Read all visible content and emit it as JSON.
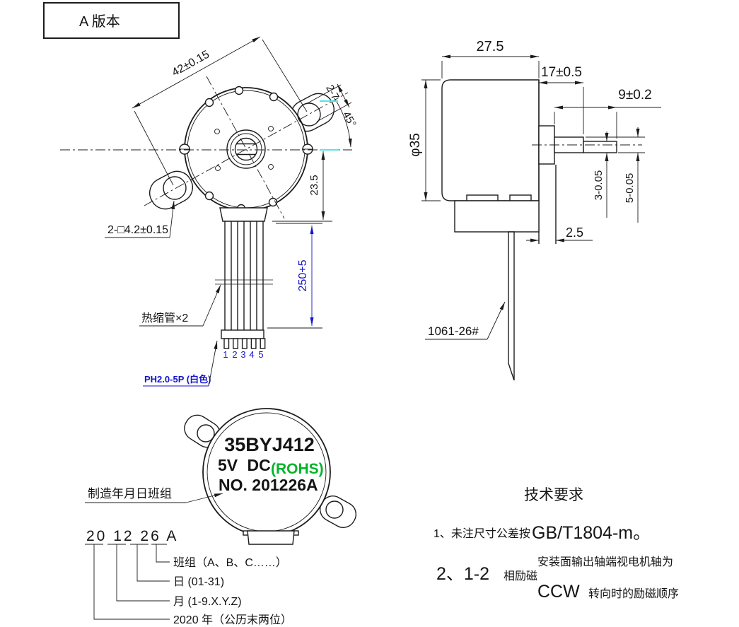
{
  "drawing": {
    "version_label": "A 版本",
    "front_view": {
      "dim_hole_distance": "42±0.15",
      "dim_ear_hole": "2-7",
      "dim_angle": "45°",
      "dim_center_to_bottom": "23.5",
      "dim_wire_length": "250+5",
      "label_square_hole": "2-□4.2±0.15",
      "label_heat_shrink": "热缩管×2",
      "label_connector": "PH2.0-5P (白色)",
      "pin_numbers": [
        "1",
        "2",
        "3",
        "4",
        "5"
      ]
    },
    "side_view": {
      "dim_body_length": "27.5",
      "dim_shaft_total": "17±0.5",
      "dim_shaft_ext": "9±0.2",
      "dim_body_dia": "φ35",
      "dim_shaft_flat": "3-0.05",
      "dim_shaft_dia": "5-0.05",
      "dim_bracket_thickness": "2.5",
      "label_terminal": "1061-26#"
    },
    "label_view": {
      "model": "35BYJ412",
      "voltage": "5V DC",
      "rohs": "(ROHS)",
      "serial": "NO. 201226A",
      "callout": "制造年月日班组",
      "date_code": "20 12 26 A",
      "decode_shift": "班组（A、B、C……）",
      "decode_day": "日 (01-31)",
      "decode_month": "月 (1-9.X.Y.Z)",
      "decode_year": "2020 年（公历末两位）"
    },
    "tech_requirements": {
      "title": "技术要求",
      "item1_prefix": "1、未注尺寸公差按",
      "item1_standard": "GB/T1804-m。",
      "item2_prefix": "2、1-2",
      "item2_phase": "相励磁",
      "note_line1": "安装面输出轴端视电机轴为",
      "note_line2_ccw": "CCW",
      "note_line2_rest": "转向时的励磁顺序"
    },
    "colors": {
      "line": "#1c1c1c",
      "accent_blue": "#1414cc",
      "rohs_green": "#00b42a",
      "highlight_cyan": "#5fe3e3"
    }
  }
}
